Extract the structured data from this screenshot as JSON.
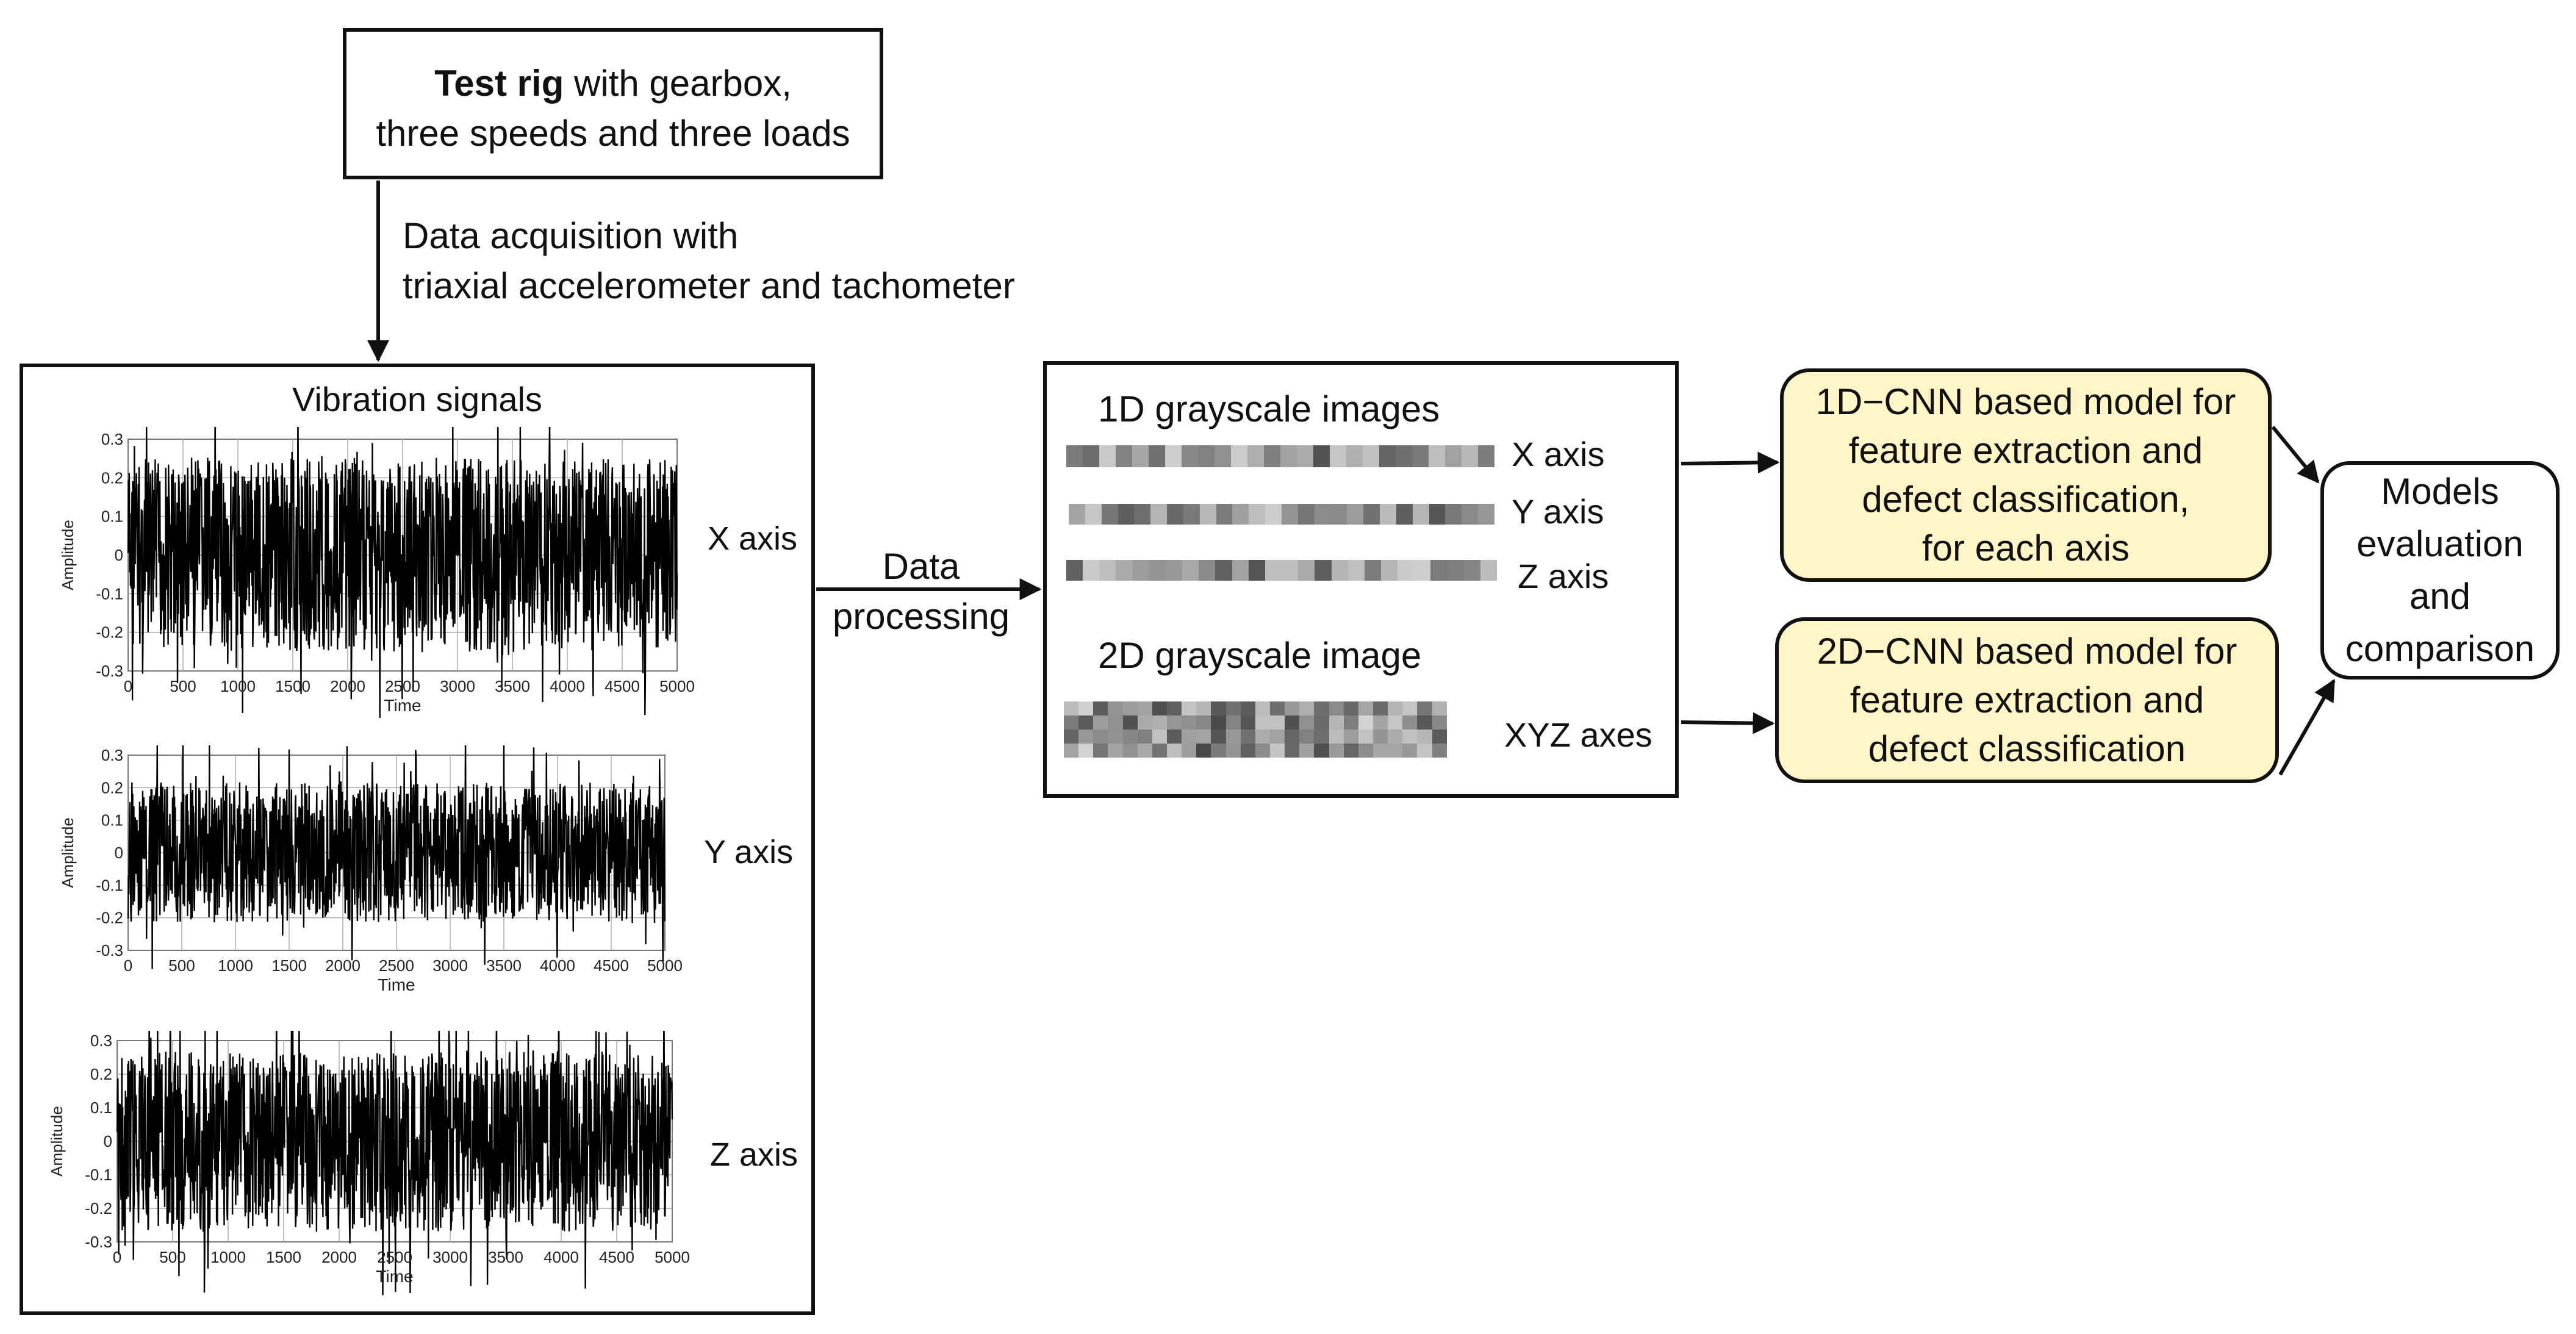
{
  "test_rig": {
    "bold": "Test rig",
    "line1_rest": " with gearbox,",
    "line2": "three speeds and three loads"
  },
  "acquisition": {
    "line1": "Data acquisition with",
    "line2": "triaxial accelerometer and tachometer"
  },
  "signals": {
    "title": "Vibration signals",
    "ylabel": "Amplitude",
    "xlabel": "Time",
    "plots": [
      {
        "axis_label": "X axis",
        "yticks": [
          "0.3",
          "0.2",
          "0.1",
          "0",
          "-0.1",
          "-0.2",
          "-0.3"
        ]
      },
      {
        "axis_label": "Y axis",
        "yticks": [
          "0.3",
          "0.2",
          "0.1",
          "0",
          "-0.1",
          "-0.2",
          "-0.3"
        ]
      },
      {
        "axis_label": "Z axis",
        "yticks": [
          "0.3",
          "0.2",
          "0.1",
          "0",
          "-0.1",
          "-0.2",
          "-0.3"
        ]
      }
    ],
    "xticks": [
      "0",
      "500",
      "1000",
      "1500",
      "2000",
      "2500",
      "3000",
      "3500",
      "4000",
      "4500",
      "5000"
    ]
  },
  "processing": {
    "line1": "Data",
    "line2": "processing"
  },
  "grayscale": {
    "title_1d": "1D grayscale images",
    "x_label": "X axis",
    "y_label": "Y axis",
    "z_label": "Z axis",
    "title_2d": "2D grayscale image",
    "xyz_label": "XYZ axes"
  },
  "model_1d": {
    "line1": "1D−CNN based model for",
    "line2": "feature extraction and",
    "line3": "defect classification,",
    "line4": "for each axis"
  },
  "model_2d": {
    "line1": "2D−CNN based model for",
    "line2": "feature extraction and",
    "line3": "defect classification"
  },
  "evaluation": {
    "line1": "Models",
    "line2": "evaluation",
    "line3": "and",
    "line4": "comparison"
  },
  "colors": {
    "model_fill": "#fff5c7",
    "stroke": "#111111"
  }
}
